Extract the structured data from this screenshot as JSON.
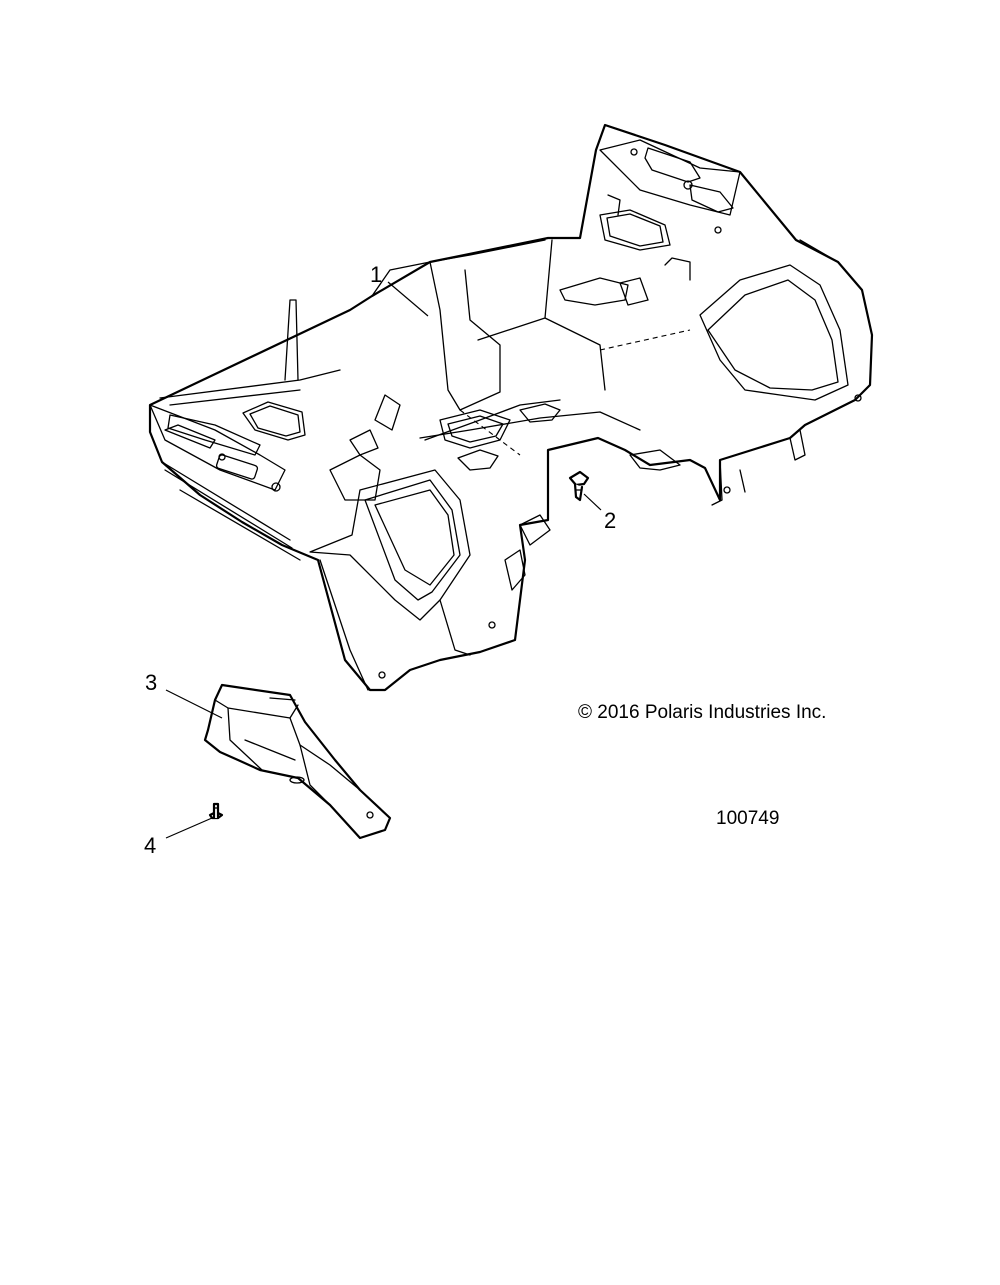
{
  "callouts": [
    {
      "id": "1",
      "label": "1"
    },
    {
      "id": "2",
      "label": "2"
    },
    {
      "id": "3",
      "label": "3"
    },
    {
      "id": "4",
      "label": "4"
    }
  ],
  "copyright": "© 2016 Polaris Industries Inc.",
  "figure_id": "100749"
}
